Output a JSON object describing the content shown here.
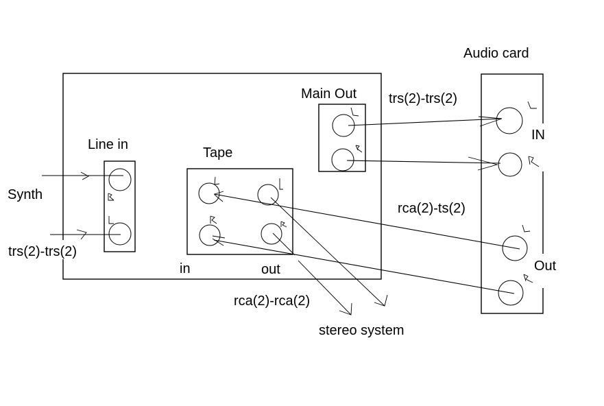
{
  "diagram": {
    "title": "Audio routing diagram",
    "labels": {
      "audio_card": "Audio card",
      "main_out": "Main Out",
      "line_in": "Line in",
      "tape": "Tape",
      "synth": "Synth",
      "tape_in": "in",
      "tape_out": "out",
      "audio_in": "IN",
      "audio_out": "Out",
      "stereo_system": "stereo system"
    },
    "cables": {
      "synth_to_line_in": "trs(2)-trs(2)",
      "main_out_to_audio_in": "trs(2)-trs(2)",
      "audio_out_to_tape_in": "rca(2)-ts(2)",
      "tape_out_to_stereo": "rca(2)-rca(2)"
    },
    "channel_marks": {
      "left": "L",
      "right": "R"
    },
    "nodes": [
      {
        "id": "mixer",
        "label": ""
      },
      {
        "id": "line_in",
        "label": "Line in",
        "jacks": [
          "R",
          "L"
        ]
      },
      {
        "id": "tape",
        "label": "Tape",
        "jacks": [
          "in L",
          "out L",
          "in R",
          "out R"
        ]
      },
      {
        "id": "main_out",
        "label": "Main Out",
        "jacks": [
          "L",
          "R"
        ]
      },
      {
        "id": "audio_card",
        "label": "Audio card",
        "jacks": [
          "IN L",
          "IN R",
          "Out L",
          "Out R"
        ]
      },
      {
        "id": "synth",
        "label": "Synth"
      },
      {
        "id": "stereo_system",
        "label": "stereo system"
      }
    ],
    "connections": [
      {
        "from": "synth",
        "to": "line_in.R",
        "cable": "trs(2)-trs(2)"
      },
      {
        "from": "synth",
        "to": "line_in.L",
        "cable": "trs(2)-trs(2)"
      },
      {
        "from": "main_out.L",
        "to": "audio_card.IN L",
        "cable": "trs(2)-trs(2)"
      },
      {
        "from": "main_out.R",
        "to": "audio_card.IN R",
        "cable": "trs(2)-trs(2)"
      },
      {
        "from": "audio_card.Out L",
        "to": "tape.in L",
        "cable": "rca(2)-ts(2)"
      },
      {
        "from": "audio_card.Out R",
        "to": "tape.in R",
        "cable": "rca(2)-ts(2)"
      },
      {
        "from": "tape.out L",
        "to": "stereo_system",
        "cable": "rca(2)-rca(2)"
      },
      {
        "from": "tape.out R",
        "to": "stereo_system",
        "cable": "rca(2)-rca(2)"
      }
    ]
  }
}
